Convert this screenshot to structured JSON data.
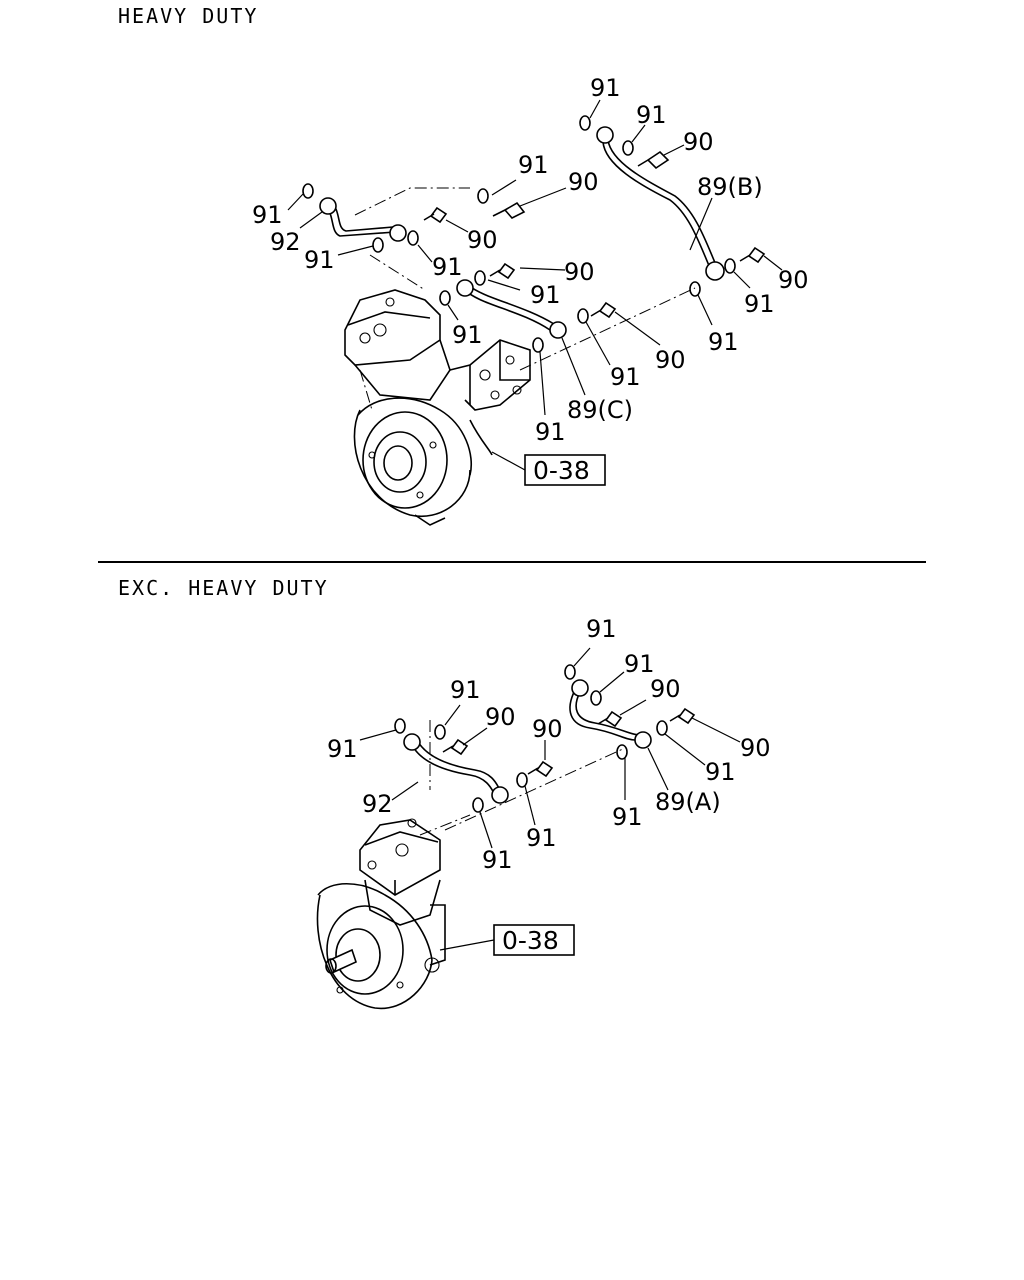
{
  "sections": {
    "heavy_duty": {
      "heading": "HEAVY DUTY",
      "ref_box": "0-38",
      "callouts": [
        {
          "id": "h91a",
          "text": "91"
        },
        {
          "id": "h91b",
          "text": "91"
        },
        {
          "id": "h90a",
          "text": "90"
        },
        {
          "id": "h89b",
          "text": "89(B)"
        },
        {
          "id": "h91c",
          "text": "91"
        },
        {
          "id": "h90b",
          "text": "90"
        },
        {
          "id": "h91d",
          "text": "91"
        },
        {
          "id": "h92",
          "text": "92"
        },
        {
          "id": "h91e",
          "text": "91"
        },
        {
          "id": "h90c",
          "text": "90"
        },
        {
          "id": "h91f",
          "text": "91"
        },
        {
          "id": "h90d",
          "text": "90"
        },
        {
          "id": "h91g",
          "text": "91"
        },
        {
          "id": "h91h",
          "text": "91"
        },
        {
          "id": "h90e",
          "text": "90"
        },
        {
          "id": "h91i",
          "text": "91"
        },
        {
          "id": "h91j",
          "text": "91"
        },
        {
          "id": "h89c",
          "text": "89(C)"
        },
        {
          "id": "h91k",
          "text": "91"
        },
        {
          "id": "h91l",
          "text": "91"
        },
        {
          "id": "h90f",
          "text": "90"
        }
      ]
    },
    "exc_heavy_duty": {
      "heading": "EXC. HEAVY DUTY",
      "ref_box": "0-38",
      "callouts": [
        {
          "id": "e91a",
          "text": "91"
        },
        {
          "id": "e91b",
          "text": "91"
        },
        {
          "id": "e90a",
          "text": "90"
        },
        {
          "id": "e91c",
          "text": "91"
        },
        {
          "id": "e90b",
          "text": "90"
        },
        {
          "id": "e90c",
          "text": "90"
        },
        {
          "id": "e91d",
          "text": "91"
        },
        {
          "id": "e90d",
          "text": "90"
        },
        {
          "id": "e91e",
          "text": "91"
        },
        {
          "id": "e92",
          "text": "92"
        },
        {
          "id": "e89a",
          "text": "89(A)"
        },
        {
          "id": "e91f",
          "text": "91"
        },
        {
          "id": "e91g",
          "text": "91"
        },
        {
          "id": "e91h",
          "text": "91"
        }
      ]
    }
  },
  "colors": {
    "ink": "#000000",
    "paper": "#ffffff"
  }
}
